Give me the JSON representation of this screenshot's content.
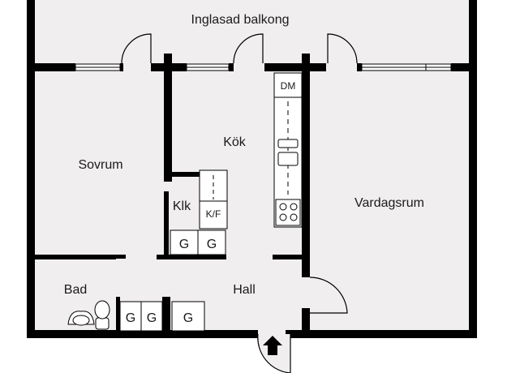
{
  "rooms": {
    "balcony": "Inglasad balkong",
    "bedroom": "Sovrum",
    "kitchen": "Kök",
    "closet": "Klk",
    "living_room": "Vardagsrum",
    "bathroom": "Bad",
    "hall": "Hall"
  },
  "fixtures": {
    "dishwasher": "DM",
    "fridge_freezer": "K/F",
    "wardrobe": "G"
  },
  "colors": {
    "wall": "#000000",
    "floor": "#f1eef0",
    "fixture_fill": "#ffffff"
  }
}
